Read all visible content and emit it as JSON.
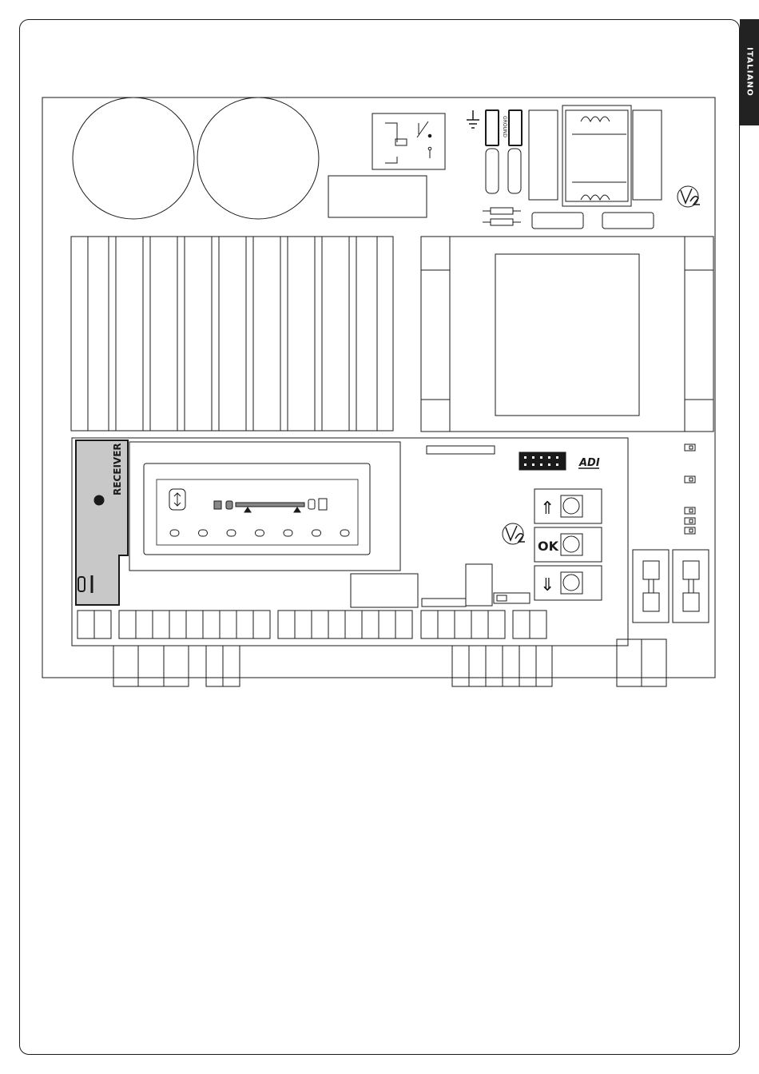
{
  "side_tab": {
    "language": "ITALIANO"
  },
  "board": {
    "receiver_label": "RECEIVER",
    "ground_label": "GROUND",
    "logo_text": "ADI",
    "buttons": [
      {
        "label": "⇑",
        "icon": "up-arrow-icon"
      },
      {
        "label": "OK",
        "icon": "ok-text"
      },
      {
        "label": "⇓",
        "icon": "down-arrow-icon"
      }
    ],
    "display": {
      "led_count": 7
    },
    "terminal_blocks": {
      "block_a": 2,
      "block_b": 9,
      "block_c": 8,
      "block_d": 5,
      "block_e": 2
    },
    "brand_mark": "V2"
  }
}
